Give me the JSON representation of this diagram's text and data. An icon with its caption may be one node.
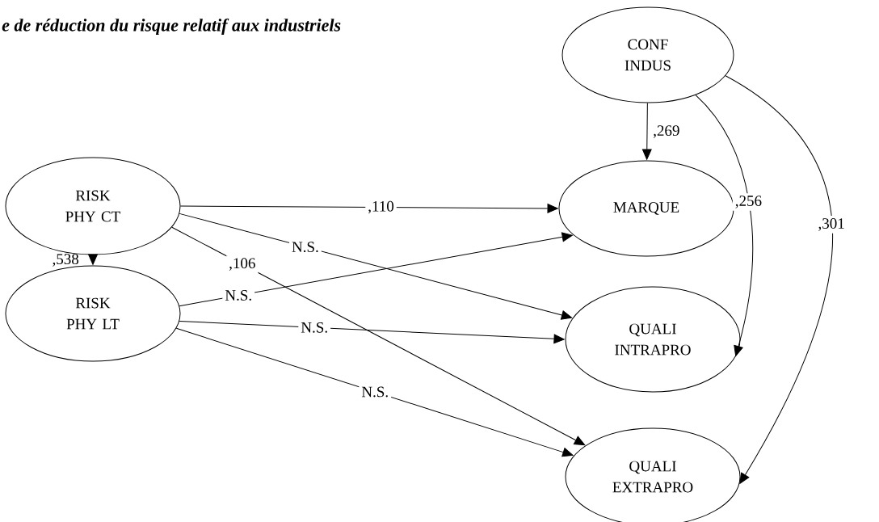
{
  "diagram": {
    "title": "e de réduction du risque relatif aux industriels",
    "nodes": [
      {
        "text": [
          "RISK PHY CT"
        ]
      },
      {
        "text": [
          "RISK PHY LT"
        ]
      },
      {
        "text": [
          "CONF INDUS"
        ]
      },
      {
        "text": [
          "MARQUE"
        ]
      },
      {
        "text": [
          "QUALI INTRAPRO"
        ]
      },
      {
        "text": [
          "QUALI EXTRAPRO"
        ]
      }
    ],
    "edges": [
      {
        "from": 0,
        "to": 1,
        "arrow": "to",
        "label": ",538"
      },
      {
        "from": 0,
        "to": 3,
        "arrow": "to",
        "label": ",110"
      },
      {
        "from": 0,
        "to": 4,
        "arrow": "to",
        "label": "N.S."
      },
      {
        "from": 0,
        "to": 5,
        "arrow": "to",
        "label": ",106"
      },
      {
        "from": 1,
        "to": 3,
        "arrow": "to",
        "label": "N.S."
      },
      {
        "from": 1,
        "to": 4,
        "arrow": "to",
        "label": "N.S."
      },
      {
        "from": 1,
        "to": 5,
        "arrow": "to",
        "label": "N.S."
      },
      {
        "from": 2,
        "to": 3,
        "arrow": "to",
        "label": ",269"
      },
      {
        "from": 2,
        "to": 4,
        "arrow": "to",
        "label": ",256"
      },
      {
        "from": 2,
        "to": 5,
        "arrow": "to",
        "label": ",301"
      }
    ]
  }
}
